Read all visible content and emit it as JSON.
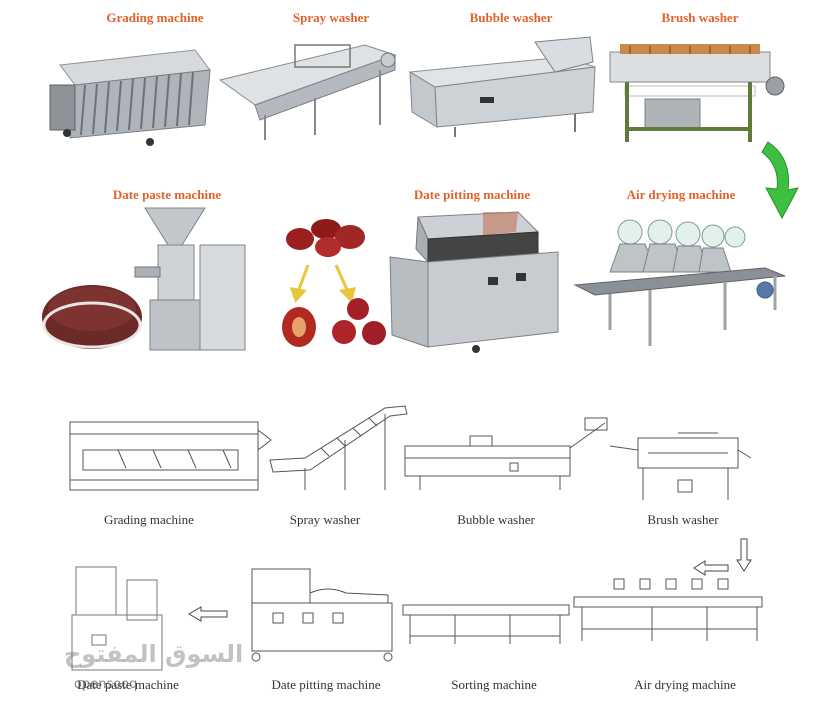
{
  "photo_titles": {
    "grading": "Grading machine",
    "spray": "Spray washer",
    "bubble": "Bubble washer",
    "brush": "Brush washer",
    "paste": "Date paste machine",
    "pitting": "Date pitting machine",
    "air": "Air drying machine"
  },
  "sketch_labels": {
    "grading": "Grading machine",
    "spray": "Spray washer",
    "bubble": "Bubble washer",
    "brush": "Brush washer",
    "paste": "Date paste machine",
    "pitting": "Date pitting machine",
    "sorting": "Sorting machine",
    "air": "Air drying machine"
  },
  "watermark": {
    "arabic": "السوق المفتوح",
    "latin": "opensooq"
  },
  "colors": {
    "title_orange": "#e2622b",
    "arrow_green": "#3fbf3f",
    "steel": "#b9bfc5"
  }
}
